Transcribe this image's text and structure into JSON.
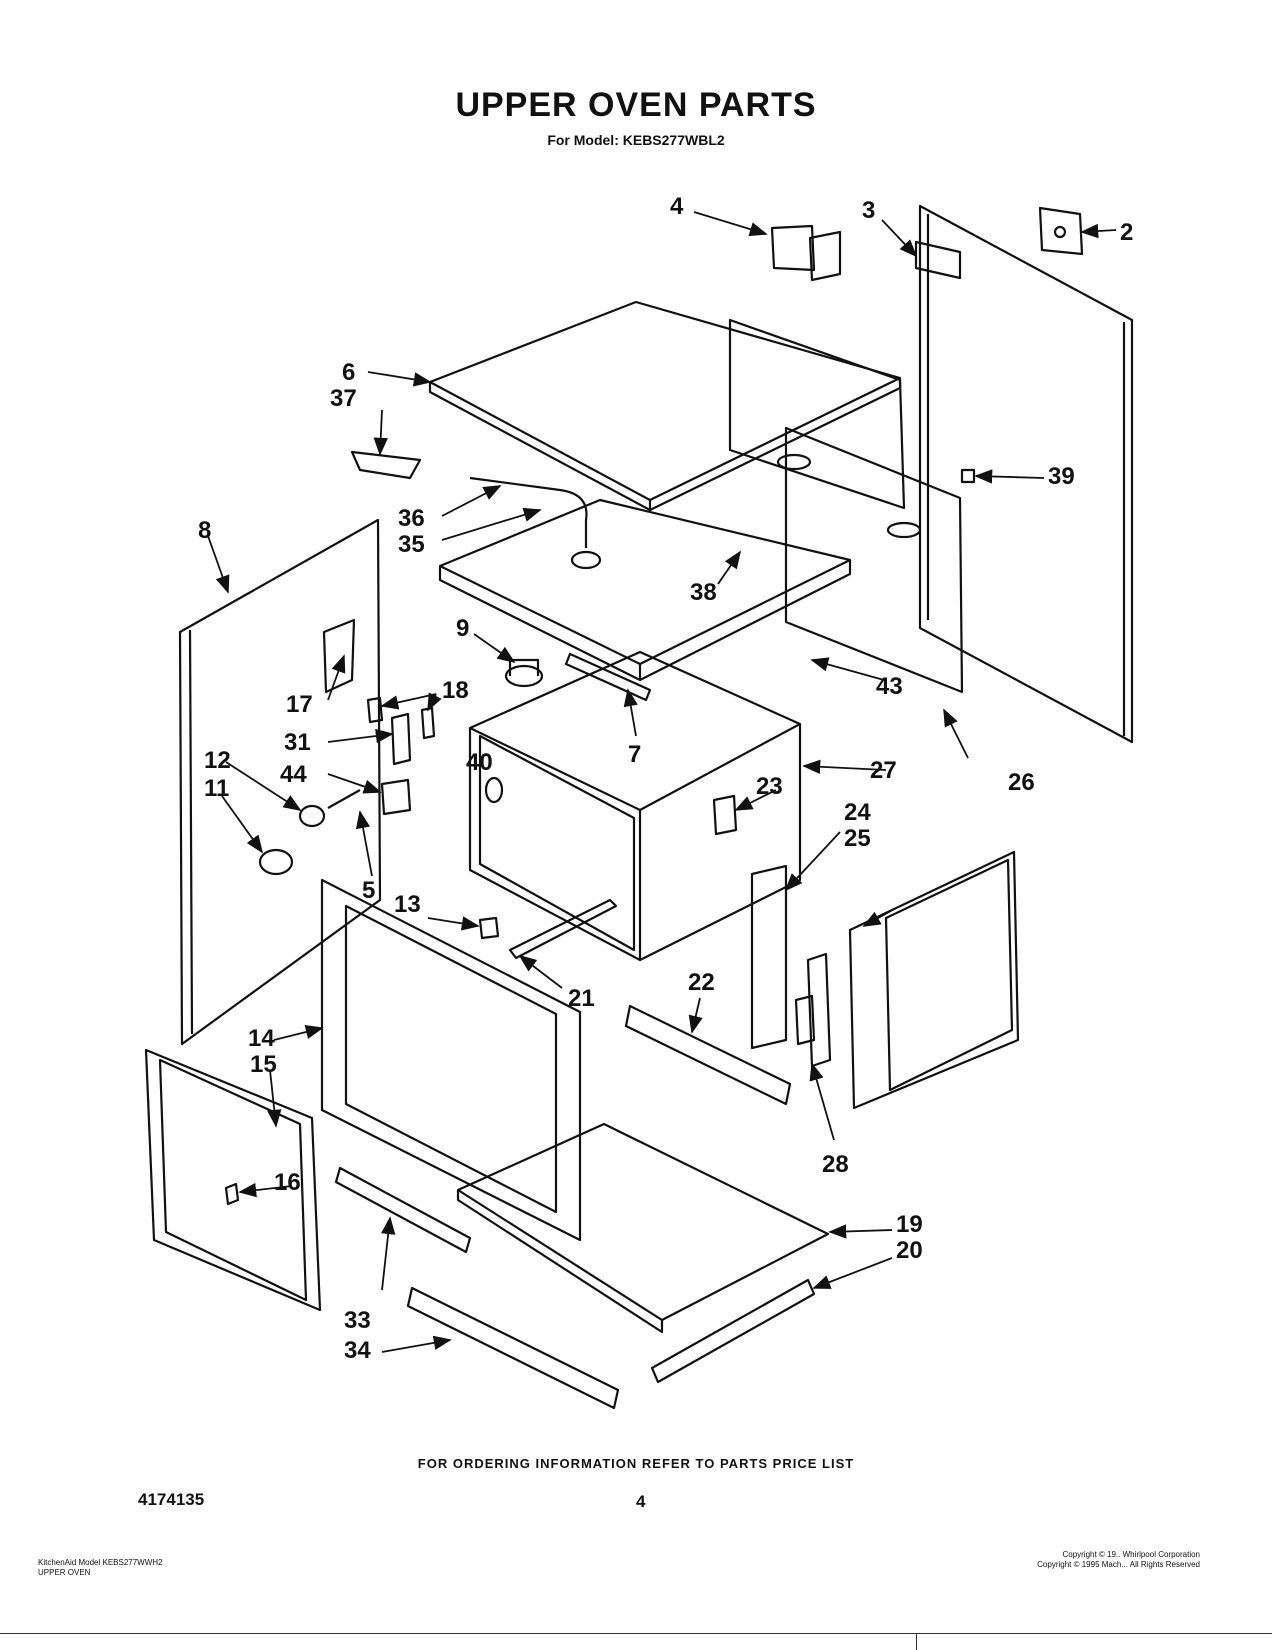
{
  "header": {
    "title": "UPPER OVEN PARTS",
    "subtitle": "For Model: KEBS277WBL2"
  },
  "callouts": {
    "c2": "2",
    "c3": "3",
    "c4": "4",
    "c5": "5",
    "c6": "6",
    "c7": "7",
    "c8": "8",
    "c9": "9",
    "c11": "11",
    "c12": "12",
    "c13": "13",
    "c14": "14",
    "c15": "15",
    "c16": "16",
    "c17": "17",
    "c18": "18",
    "c19": "19",
    "c20": "20",
    "c21": "21",
    "c22": "22",
    "c23": "23",
    "c24": "24",
    "c25": "25",
    "c26": "26",
    "c27": "27",
    "c28": "28",
    "c31": "31",
    "c33": "33",
    "c34": "34",
    "c35": "35",
    "c36": "36",
    "c37": "37",
    "c38": "38",
    "c39": "39",
    "c40": "40",
    "c43": "43",
    "c44": "44"
  },
  "footer": {
    "ordering_note": "FOR ORDERING INFORMATION REFER TO PARTS PRICE LIST",
    "part_number": "4174135",
    "page_number": "4",
    "model_line_1": "KitchenAid Model KEBS277WWH2",
    "model_line_2": "UPPER OVEN",
    "copyright_1": "Copyright © 19..     Whirlpool Corporation",
    "copyright_2": "Copyright © 1995 Mach...      All Rights Reserved"
  }
}
